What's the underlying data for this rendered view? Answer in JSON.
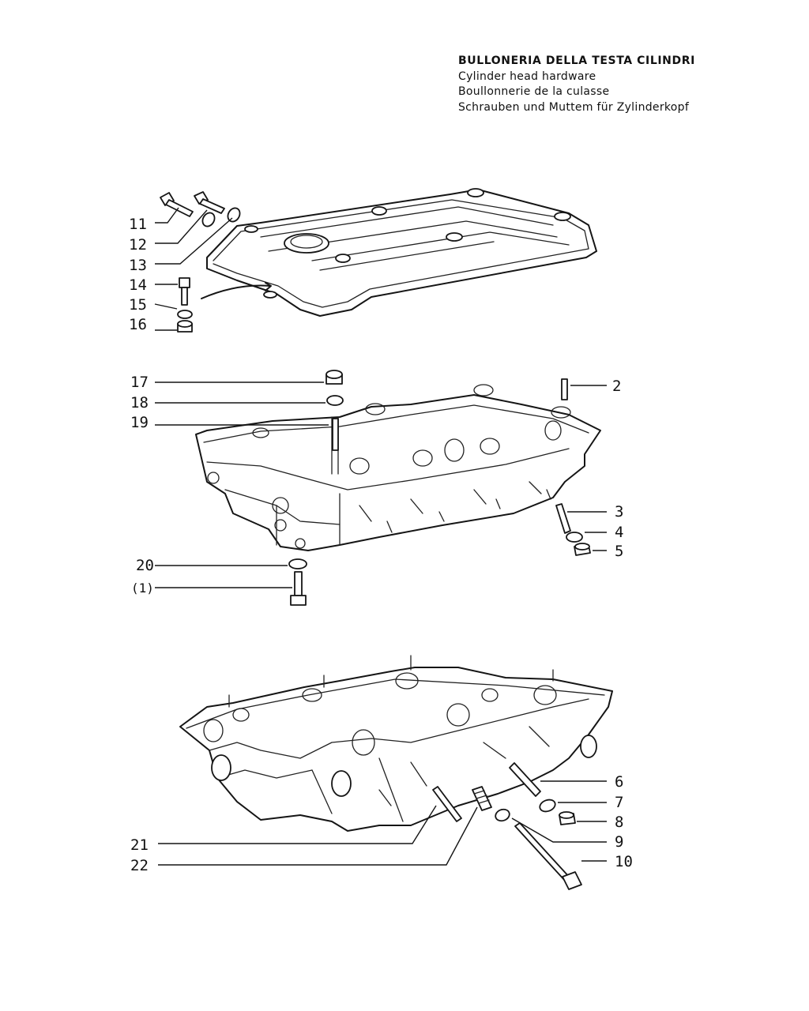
{
  "header": {
    "title_it": "BULLONERIA DELLA TESTA CILINDRI",
    "title_en": "Cylinder head hardware",
    "title_fr": "Boullonnerie de la culasse",
    "title_de": "Schrauben und Muttem für Zylinderkopf"
  },
  "callouts": {
    "c11": "11",
    "c12": "12",
    "c13": "13",
    "c14": "14",
    "c15": "15",
    "c16": "16",
    "c17": "17",
    "c18": "18",
    "c19": "19",
    "c2": "2",
    "c3": "3",
    "c4": "4",
    "c5": "5",
    "c20": "20",
    "c1": "(1)",
    "c6": "6",
    "c7": "7",
    "c8": "8",
    "c9": "9",
    "c10": "10",
    "c21": "21",
    "c22": "22"
  }
}
